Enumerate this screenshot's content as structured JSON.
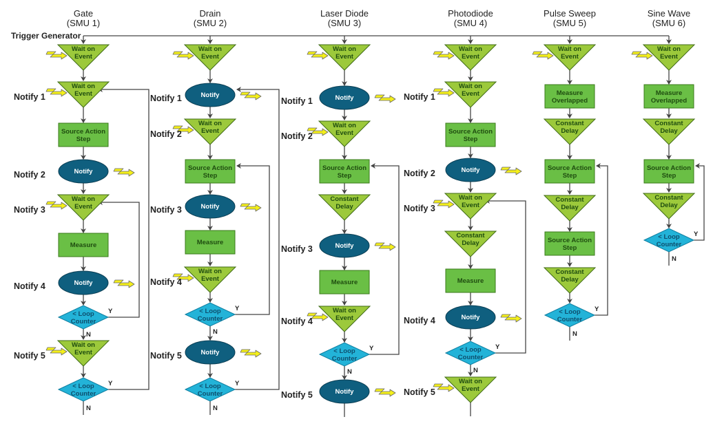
{
  "trigger_label": "Trigger Generator",
  "colors": {
    "wait_fill": "#9cc93b",
    "rect_fill": "#6abf45",
    "notify_fill": "#0f5f7f",
    "loop_fill": "#23b3d8",
    "bolt_fill": "#f4ef1a",
    "line": "#444444"
  },
  "columns": [
    {
      "title": "Gate",
      "subtitle": "(SMU 1)",
      "nodes": [
        {
          "type": "wait",
          "lines": [
            "Wait on",
            "Event"
          ],
          "bolt_in": true
        },
        {
          "type": "wait",
          "lines": [
            "Wait on",
            "Event"
          ],
          "bolt_in": true,
          "side": "Notify 1"
        },
        {
          "type": "rect",
          "lines": [
            "Source Action",
            "Step"
          ]
        },
        {
          "type": "notify",
          "lines": [
            "Notify"
          ],
          "bolt_out": true,
          "side": "Notify 2"
        },
        {
          "type": "wait",
          "lines": [
            "Wait on",
            "Event"
          ],
          "bolt_in": true,
          "side": "Notify 3"
        },
        {
          "type": "rect",
          "lines": [
            "Measure"
          ]
        },
        {
          "type": "notify",
          "lines": [
            "Notify"
          ],
          "bolt_out": true,
          "side": "Notify 4"
        },
        {
          "type": "loop",
          "lines": [
            "< Loop",
            "Counter"
          ],
          "yes": "Y",
          "no": "N",
          "loop_to": 4
        },
        {
          "type": "wait",
          "lines": [
            "Wait on",
            "Event"
          ],
          "bolt_in": true,
          "side": "Notify 5"
        },
        {
          "type": "loop",
          "lines": [
            "< Loop",
            "Counter"
          ],
          "yes": "Y",
          "no": "N",
          "loop_to": 1
        }
      ]
    },
    {
      "title": "Drain",
      "subtitle": "(SMU 2)",
      "nodes": [
        {
          "type": "wait",
          "lines": [
            "Wait on",
            "Event"
          ],
          "bolt_in": true
        },
        {
          "type": "notify",
          "lines": [
            "Notify"
          ],
          "bolt_out": true,
          "side": "Notify 1"
        },
        {
          "type": "wait",
          "lines": [
            "Wait on",
            "Event"
          ],
          "bolt_in": true,
          "side": "Notify 2"
        },
        {
          "type": "rect",
          "lines": [
            "Source Action",
            "Step"
          ]
        },
        {
          "type": "notify",
          "lines": [
            "Notify"
          ],
          "bolt_out": true,
          "side": "Notify 3"
        },
        {
          "type": "rect",
          "lines": [
            "Measure"
          ]
        },
        {
          "type": "wait",
          "lines": [
            "Wait on",
            "Event"
          ],
          "bolt_in": true,
          "side": "Notify 4"
        },
        {
          "type": "loop",
          "lines": [
            "< Loop",
            "Counter"
          ],
          "yes": "Y",
          "no": "N",
          "loop_to": 3
        },
        {
          "type": "notify",
          "lines": [
            "Notify"
          ],
          "bolt_out": true,
          "side": "Notify 5"
        },
        {
          "type": "loop",
          "lines": [
            "< Loop",
            "Counter"
          ],
          "yes": "Y",
          "no": "N",
          "loop_to": 1
        }
      ]
    },
    {
      "title": "Laser Diode",
      "subtitle": "(SMU 3)",
      "nodes": [
        {
          "type": "wait",
          "lines": [
            "Wait on",
            "Event"
          ],
          "bolt_in": true
        },
        {
          "type": "notify",
          "lines": [
            "Notify"
          ],
          "bolt_out": true,
          "side": "Notify 1"
        },
        {
          "type": "wait",
          "lines": [
            "Wait on",
            "Event"
          ],
          "bolt_in": true,
          "side": "Notify 2"
        },
        {
          "type": "rect",
          "lines": [
            "Source Action",
            "Step"
          ]
        },
        {
          "type": "wait",
          "lines": [
            "Constant",
            "Delay"
          ]
        },
        {
          "type": "notify",
          "lines": [
            "Notify"
          ],
          "bolt_out": true,
          "side": "Notify 3"
        },
        {
          "type": "rect",
          "lines": [
            "Measure"
          ]
        },
        {
          "type": "wait",
          "lines": [
            "Wait on",
            "Event"
          ],
          "bolt_in": true,
          "side": "Notify 4"
        },
        {
          "type": "loop",
          "lines": [
            "< Loop",
            "Counter"
          ],
          "yes": "Y",
          "no": "N",
          "loop_to": 3
        },
        {
          "type": "notify",
          "lines": [
            "Notify"
          ],
          "bolt_out": true,
          "side": "Notify 5"
        }
      ]
    },
    {
      "title": "Photodiode",
      "subtitle": "(SMU 4)",
      "nodes": [
        {
          "type": "wait",
          "lines": [
            "Wait on",
            "Event"
          ],
          "bolt_in": true
        },
        {
          "type": "wait",
          "lines": [
            "Wait on",
            "Event"
          ],
          "bolt_in": true,
          "side": "Notify 1"
        },
        {
          "type": "rect",
          "lines": [
            "Source Action",
            "Step"
          ]
        },
        {
          "type": "notify",
          "lines": [
            "Notify"
          ],
          "bolt_out": true,
          "side": "Notify 2"
        },
        {
          "type": "wait",
          "lines": [
            "Wait on",
            "Event"
          ],
          "bolt_in": true,
          "side": "Notify 3"
        },
        {
          "type": "wait",
          "lines": [
            "Constant",
            "Delay"
          ]
        },
        {
          "type": "rect",
          "lines": [
            "Measure"
          ]
        },
        {
          "type": "notify",
          "lines": [
            "Notify"
          ],
          "bolt_out": true,
          "side": "Notify 4"
        },
        {
          "type": "loop",
          "lines": [
            "< Loop",
            "Counter"
          ],
          "yes": "Y",
          "no": "N",
          "loop_to": 4
        },
        {
          "type": "wait",
          "lines": [
            "Wait on",
            "Event"
          ],
          "bolt_in": true,
          "side": "Notify 5"
        }
      ]
    },
    {
      "title": "Pulse Sweep",
      "subtitle": "(SMU 5)",
      "nodes": [
        {
          "type": "wait",
          "lines": [
            "Wait on",
            "Event"
          ],
          "bolt_in": true
        },
        {
          "type": "rect",
          "lines": [
            "Measure",
            "Overlapped"
          ]
        },
        {
          "type": "wait",
          "lines": [
            "Constant",
            "Delay"
          ]
        },
        {
          "type": "rect",
          "lines": [
            "Source Action",
            "Step"
          ]
        },
        {
          "type": "wait",
          "lines": [
            "Constant",
            "Delay"
          ]
        },
        {
          "type": "rect",
          "lines": [
            "Source Action",
            "Step"
          ]
        },
        {
          "type": "wait",
          "lines": [
            "Constant",
            "Delay"
          ]
        },
        {
          "type": "loop",
          "lines": [
            "< Loop",
            "Counter"
          ],
          "yes": "Y",
          "no": "N",
          "loop_to": 3
        }
      ]
    },
    {
      "title": "Sine Wave",
      "subtitle": "(SMU 6)",
      "nodes": [
        {
          "type": "wait",
          "lines": [
            "Wait on",
            "Event"
          ],
          "bolt_in": true
        },
        {
          "type": "rect",
          "lines": [
            "Measure",
            "Overlapped"
          ]
        },
        {
          "type": "wait",
          "lines": [
            "Constant",
            "Delay"
          ]
        },
        {
          "type": "rect",
          "lines": [
            "Source Action",
            "Step"
          ]
        },
        {
          "type": "wait",
          "lines": [
            "Constant",
            "Delay"
          ]
        },
        {
          "type": "loop",
          "lines": [
            "< Loop",
            "Counter"
          ],
          "yes": "Y",
          "no": "N",
          "loop_to": 3
        }
      ]
    }
  ]
}
